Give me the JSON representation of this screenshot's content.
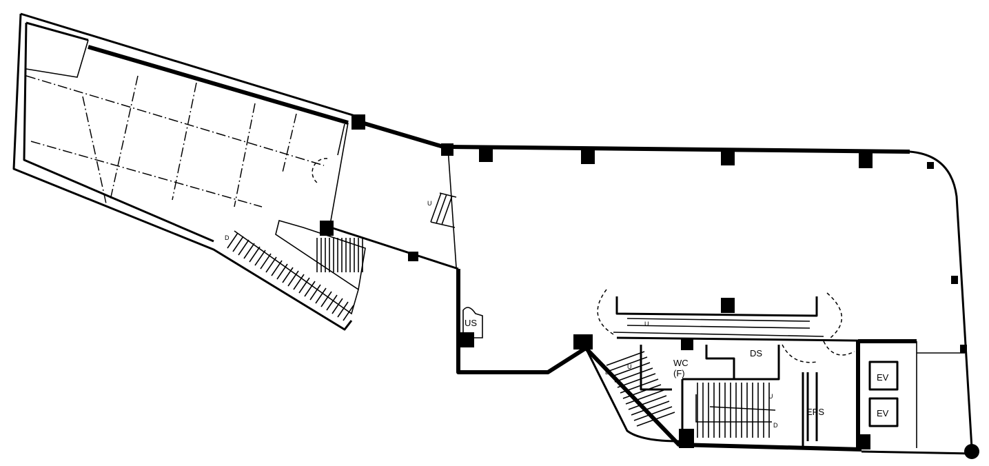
{
  "plan": {
    "labels": {
      "us": "US",
      "wc": "WC",
      "wc_sub": "(F)",
      "ds": "DS",
      "eps": "EPS",
      "ev1": "EV",
      "ev2": "EV",
      "up": "U",
      "down": "D"
    }
  }
}
